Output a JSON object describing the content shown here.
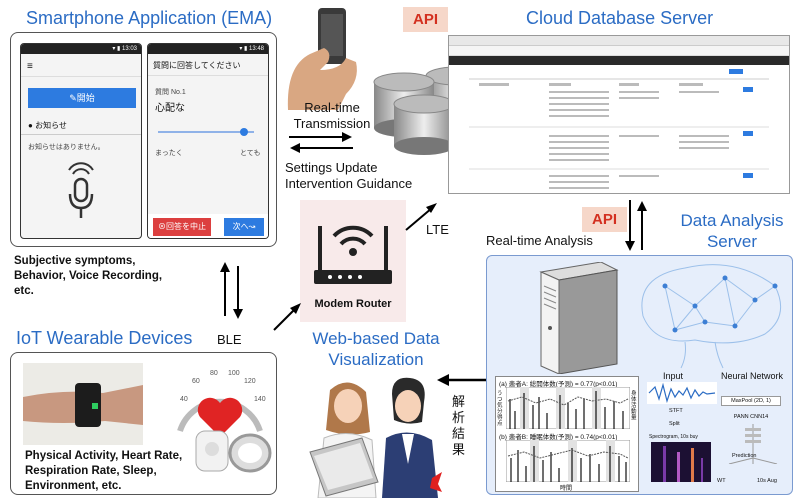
{
  "app": {
    "title": "Smartphone Application (EMA)",
    "left_phone": {
      "time": "13:03",
      "start_button": "開始",
      "notice_title": "お知らせ",
      "notice_body": "お知らせはありません。"
    },
    "right_phone": {
      "time": "13:48",
      "header": "質問に回答してください",
      "question_no": "質問 No.1",
      "question": "心配な",
      "scale_low": "まったく",
      "scale_high": "とても",
      "stop_button": "回答を中止",
      "next_button": "次へ"
    },
    "caption": "Subjective symptoms, Behavior, Voice Recording, etc."
  },
  "api_top": "API",
  "api_right": "API",
  "cloud": {
    "title": "Cloud Database Server"
  },
  "transmission": {
    "realtime": "Real-time Transmission",
    "settings": "Settings Update Intervention Guidance"
  },
  "router": {
    "label": "Modem Router"
  },
  "connections": {
    "lte": "LTE",
    "ble": "BLE",
    "realtime_analysis": "Real-time Analysis",
    "analysis_result": "解析結果"
  },
  "analysis": {
    "title": "Data Analysis Server",
    "chart_a_title": "(a) 患者A: 総開体数(予測) = 0.77(p<0.01)",
    "chart_b_title": "(b) 患者B: 睡眠体数(予測) = 0.74(p<0.01)",
    "y_left": "うつ気分得点",
    "y_right": "身体活動量",
    "x_label": "時間",
    "nn_input": "Input",
    "nn_title": "Neural Network",
    "stft": "STFT",
    "split": "Split",
    "spectrogram": "Spectrogram, 10s buy",
    "maxpool": "MaxPool (2D, 1)",
    "pann": "PANN CNN14",
    "prediction": "Prediction",
    "out_left": "WT",
    "out_right": "10s Aug"
  },
  "visualization": {
    "title": "Web-based Data Visualization"
  },
  "iot": {
    "title": "IoT Wearable Devices",
    "caption": "Physical Activity, Heart Rate, Respiration Rate, Sleep, Environment, etc.",
    "gauge_ticks": [
      "40",
      "60",
      "80",
      "100",
      "120",
      "140"
    ]
  },
  "colors": {
    "title_blue": "#2b6cc4",
    "api_bg": "#f6d7c9",
    "api_text": "#d33020",
    "analysis_bg": "#e6eefb",
    "button_blue": "#2d7be0",
    "button_red": "#dc3f3f"
  }
}
